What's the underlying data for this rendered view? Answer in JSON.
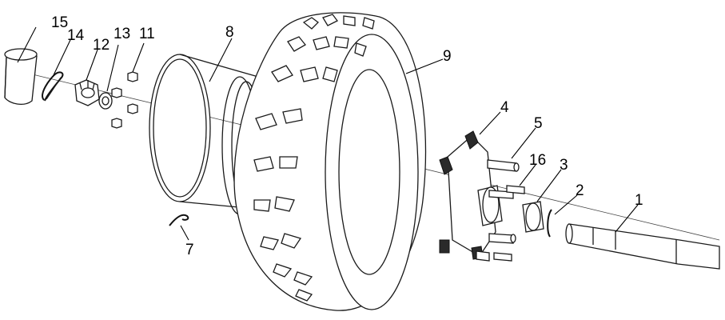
{
  "diagram": {
    "type": "exploded-parts-view",
    "subject": "wheel hub assembly",
    "callouts": [
      {
        "id": "1",
        "label": "1"
      },
      {
        "id": "2",
        "label": "2"
      },
      {
        "id": "3",
        "label": "3"
      },
      {
        "id": "4",
        "label": "4"
      },
      {
        "id": "5",
        "label": "5"
      },
      {
        "id": "7",
        "label": "7"
      },
      {
        "id": "8",
        "label": "8"
      },
      {
        "id": "9",
        "label": "9"
      },
      {
        "id": "11",
        "label": "11"
      },
      {
        "id": "12",
        "label": "12"
      },
      {
        "id": "13",
        "label": "13"
      },
      {
        "id": "14",
        "label": "14"
      },
      {
        "id": "15",
        "label": "15"
      },
      {
        "id": "16",
        "label": "16"
      }
    ]
  }
}
